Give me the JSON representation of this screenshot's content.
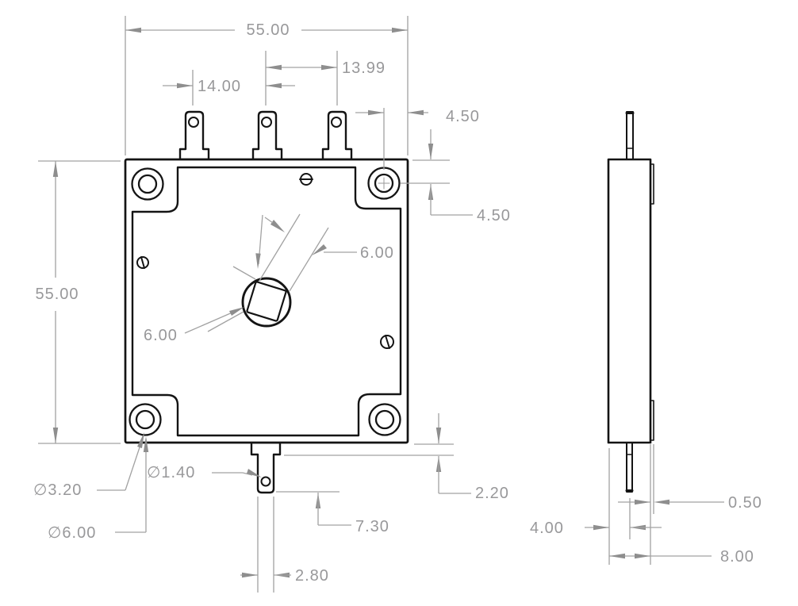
{
  "document": {
    "type": "engineering-drawing",
    "views": {
      "front": "front-view",
      "side": "side-view"
    }
  },
  "colors": {
    "geometry_line": "#141414",
    "dimension_line": "#a2a2a2",
    "dimension_text": "#98989a",
    "background": "#ffffff"
  },
  "dims": {
    "overall_width": "55.00",
    "overall_height": "55.00",
    "terminal_pitch_left": "14.00",
    "terminal_pitch_right": "13.99",
    "hole_offset_horizontal": "4.50",
    "hole_offset_vertical": "4.50",
    "shaft_square_side_a": "6.00",
    "shaft_square_side_b": "6.00",
    "mount_hole_inner_dia": "∅3.20",
    "mount_hole_outer_dia": "∅6.00",
    "tab_hole_dia": "∅1.40",
    "tab_length": "7.30",
    "tab_step_height": "2.20",
    "tab_width": "2.80",
    "side_tab_thickness": "0.50",
    "side_pin_offset": "4.00",
    "side_body_depth": "8.00"
  }
}
